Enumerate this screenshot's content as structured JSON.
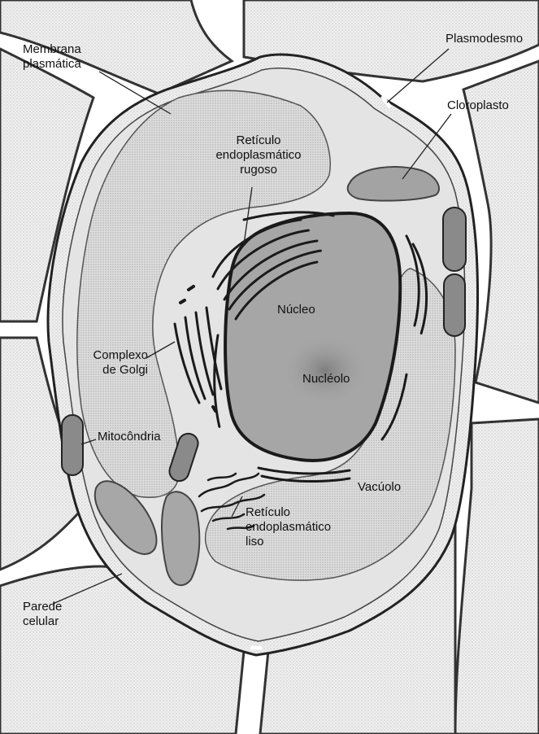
{
  "labels": {
    "membrana": [
      "Membrana",
      "plasmática"
    ],
    "plasmodesmo": "Plasmodesmo",
    "cloroplasto": "Cloroplasto",
    "rer": [
      "Retículo",
      "endoplasmático",
      "rugoso"
    ],
    "nucleo": "Núcleo",
    "golgi": [
      "Complexo",
      "de Golgi"
    ],
    "nucleolo": "Nucléolo",
    "mitocondria": "Mitocôndria",
    "vacuolo": "Vacúolo",
    "rel": [
      "Retículo",
      "endoplasmático",
      "liso"
    ],
    "parede": [
      "Parede",
      "celular"
    ]
  },
  "colors": {
    "cytoplasm": "#e7e7e7",
    "neighbor_cells": "#ececec",
    "vacuole": "#dcdcdc",
    "nucleus": "#a9a9a9",
    "nucleolus": "#8c8c8c",
    "er": "#1a1a1a",
    "outline": "#333333"
  }
}
